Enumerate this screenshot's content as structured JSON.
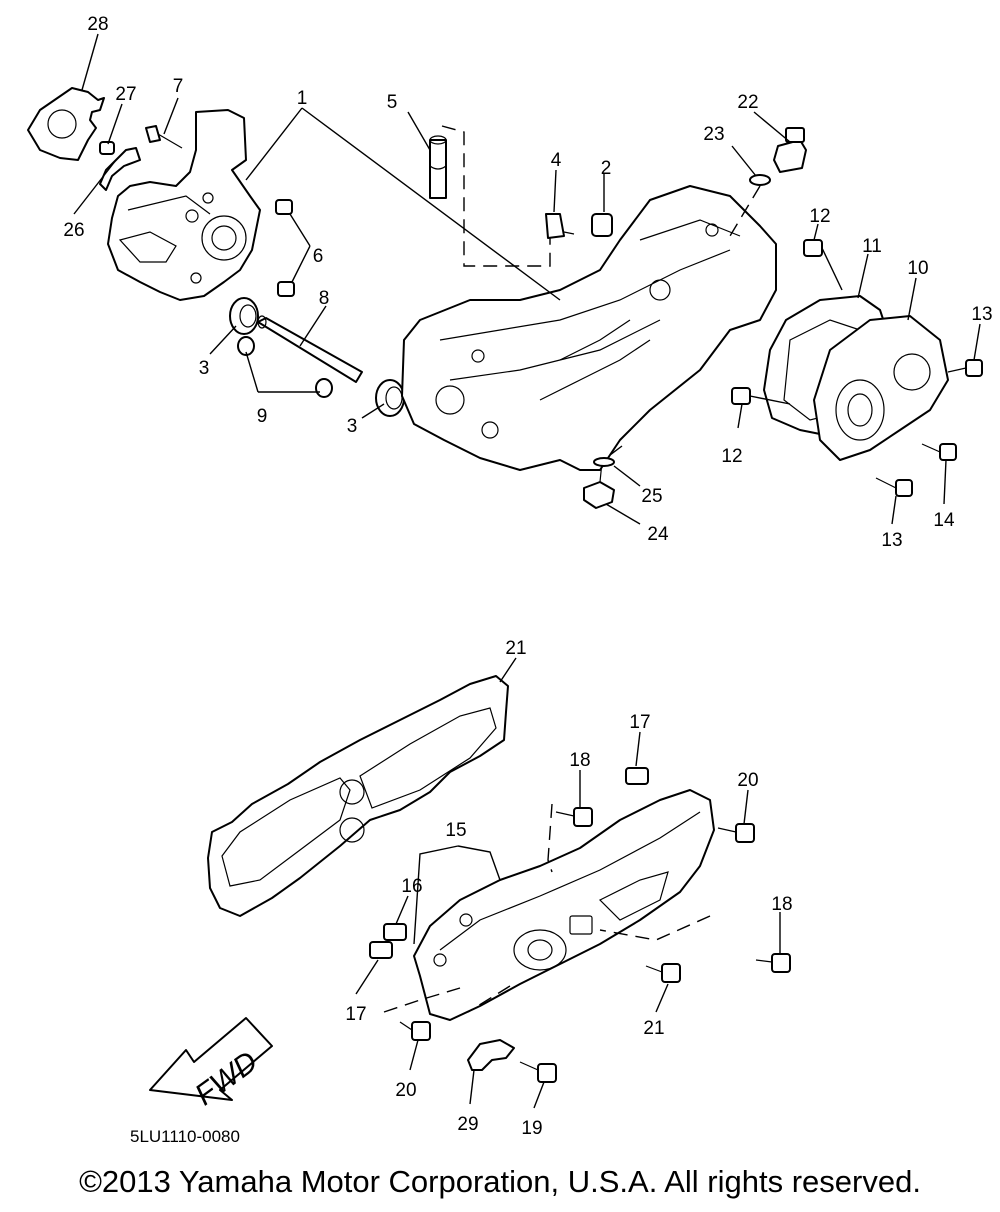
{
  "diagram": {
    "callouts": {
      "c1": "1",
      "c2": "2",
      "c3a": "3",
      "c3b": "3",
      "c4": "4",
      "c5": "5",
      "c6": "6",
      "c7": "7",
      "c8": "8",
      "c9": "9",
      "c10": "10",
      "c11": "11",
      "c12a": "12",
      "c12b": "12",
      "c13a": "13",
      "c13b": "13",
      "c14": "14",
      "c15": "15",
      "c16": "16",
      "c17a": "17",
      "c17b": "17",
      "c18a": "18",
      "c18b": "18",
      "c19": "19",
      "c20a": "20",
      "c20b": "20",
      "c21a": "21",
      "c21b": "21",
      "c22": "22",
      "c23": "23",
      "c24": "24",
      "c25": "25",
      "c26": "26",
      "c27": "27",
      "c28": "28",
      "c29": "29"
    },
    "fwd_label": "FWD",
    "diagram_code": "5LU1110-0080"
  },
  "footer": {
    "copyright": "©2013 Yamaha Motor Corporation, U.S.A. All rights reserved."
  }
}
